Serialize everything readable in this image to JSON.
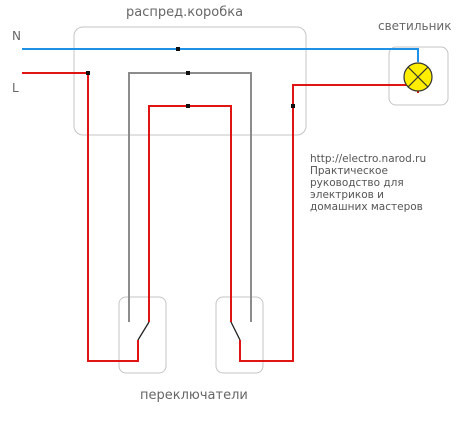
{
  "labels": {
    "junction_box": "распред.коробка",
    "lamp": "светильник",
    "neutral": "N",
    "line": "L",
    "switches": "переключатели"
  },
  "credits": {
    "url": "http://electro.narod.ru",
    "lines": [
      "Практическое",
      "руководство для",
      "электриков и",
      "домашних мастеров"
    ]
  },
  "colors": {
    "neutral_wire": "#1e90e6",
    "phase_wire": "#e11414",
    "traveler_wire": "#8c8c8c",
    "component_outline": "#c4c4c4",
    "lamp_fill": "#ffee00",
    "text": "#666666"
  },
  "icons": {
    "lamp": "lamp-icon",
    "switch": "two-way-switch-icon"
  }
}
